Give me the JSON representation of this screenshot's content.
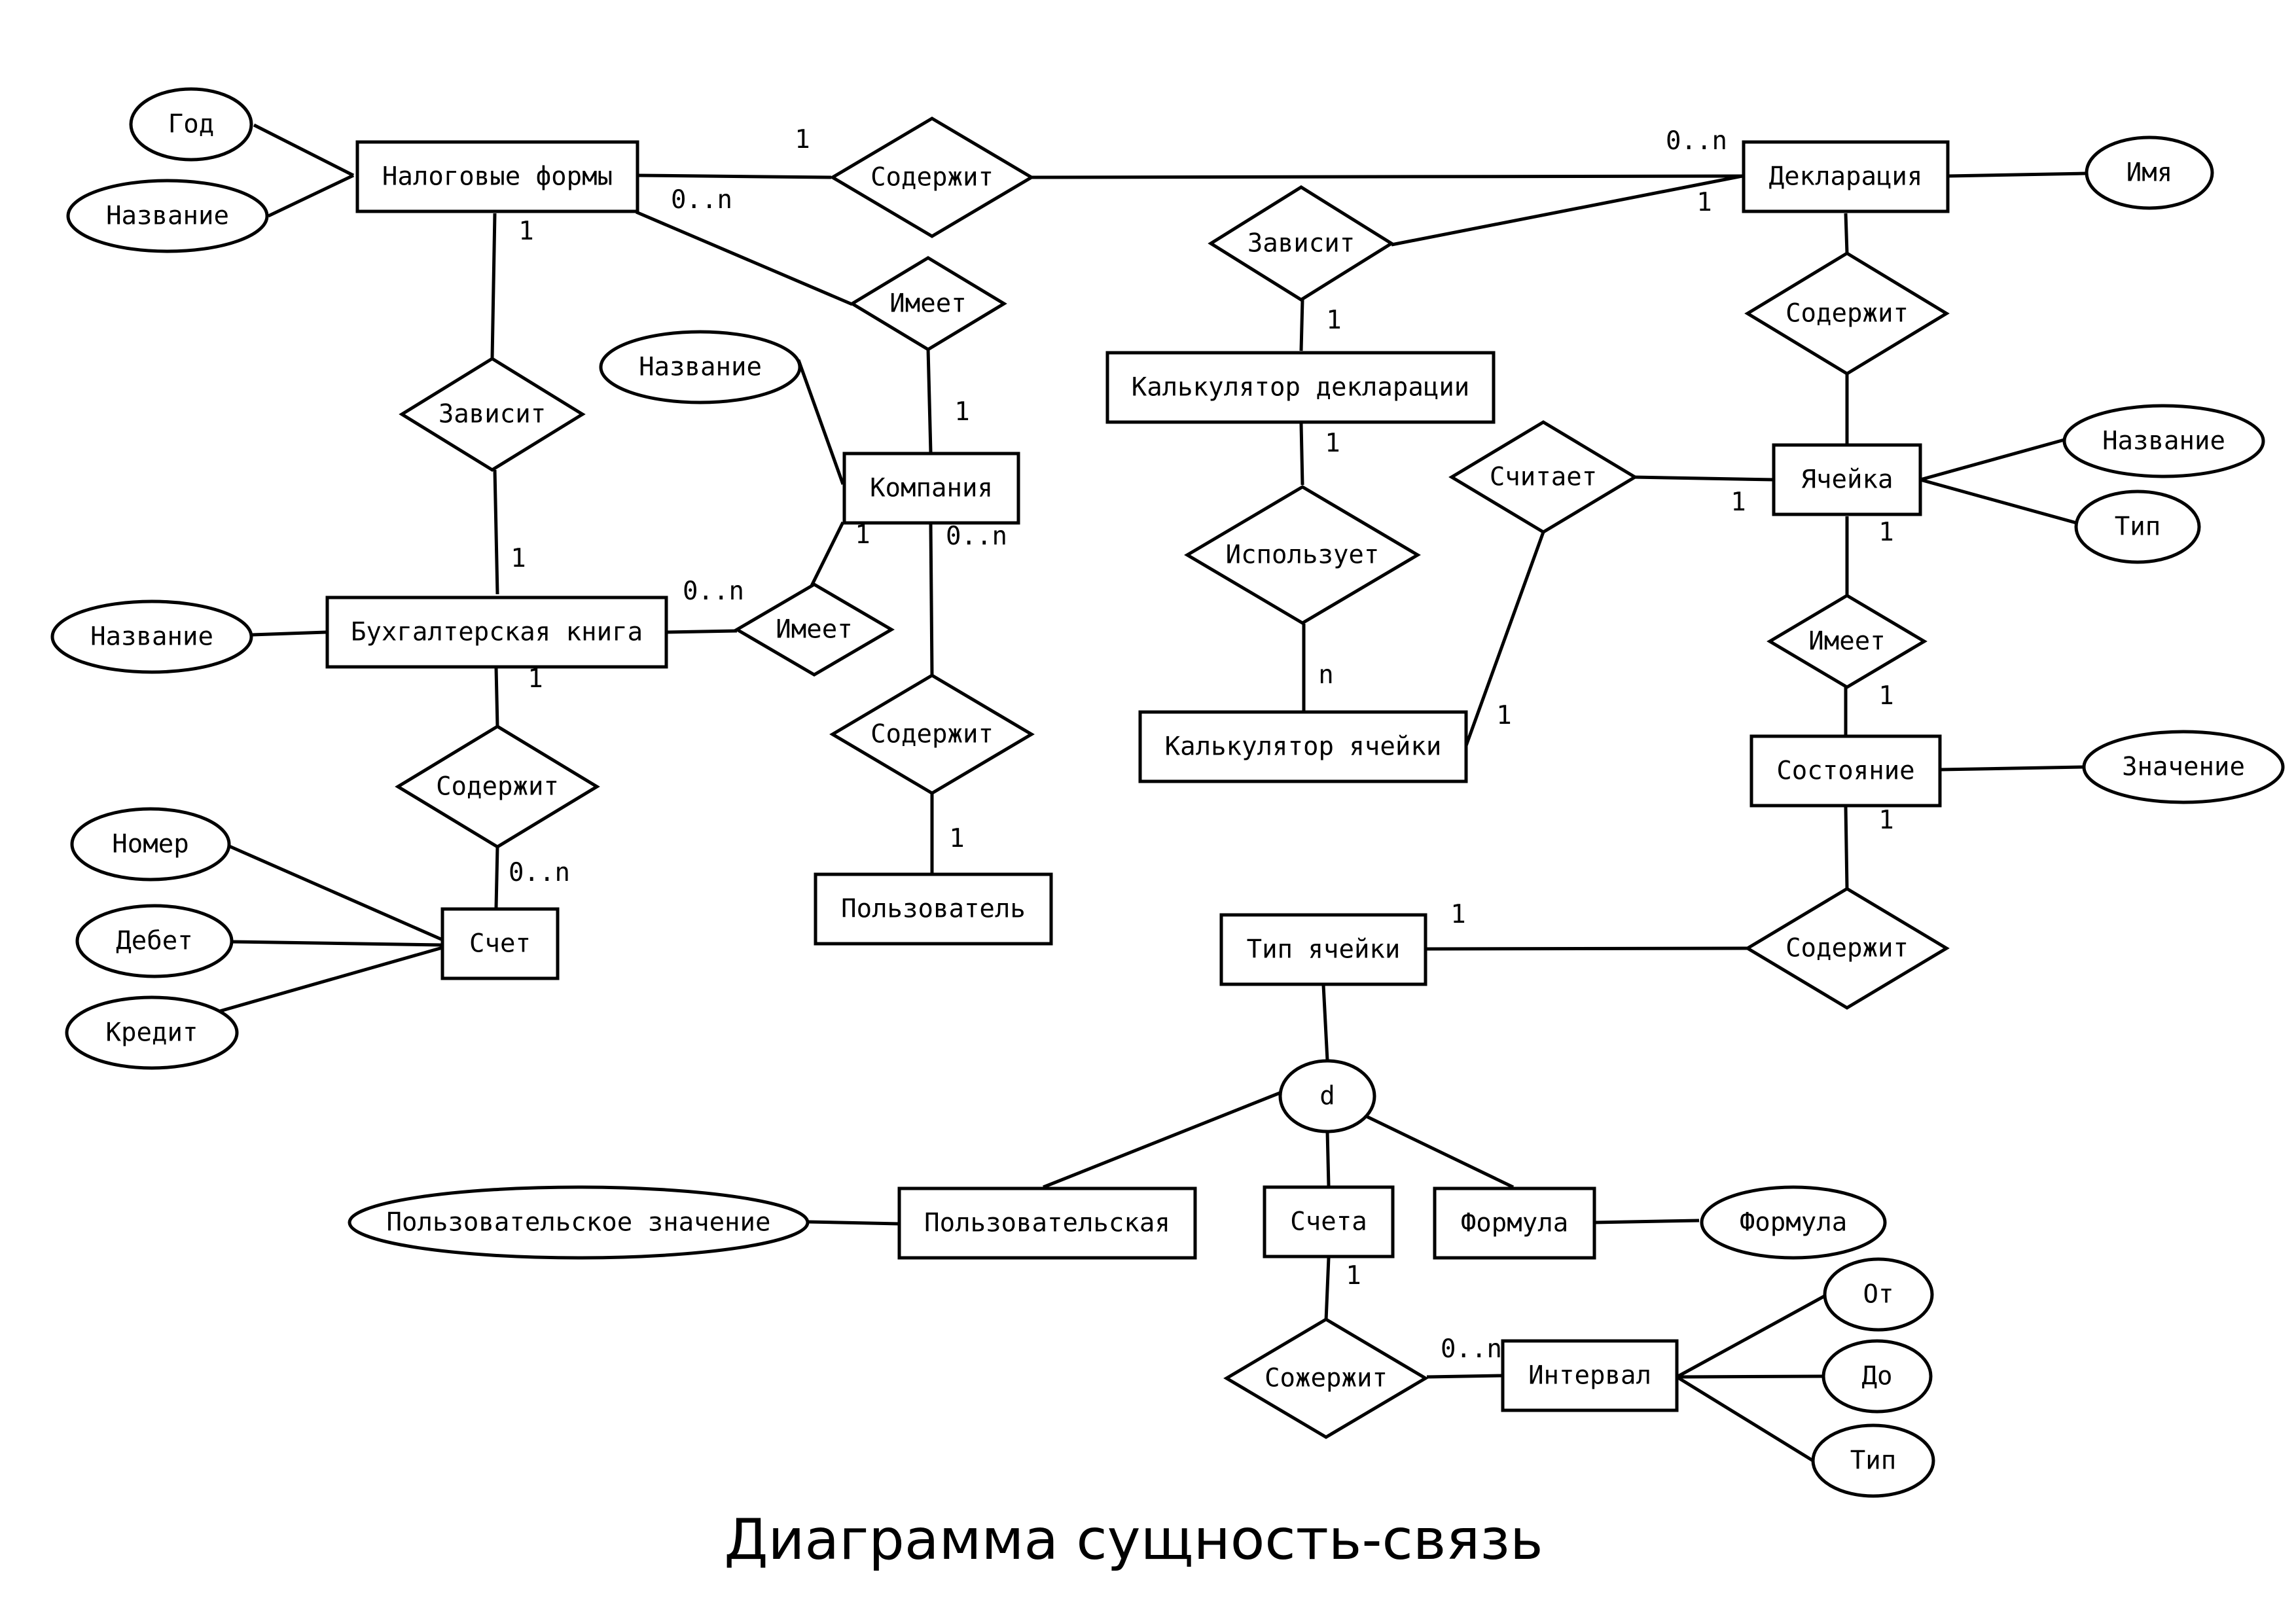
{
  "title": "Диаграмма сущность-связь",
  "entities": {
    "tax_forms": "Налоговые формы",
    "declaration": "Декларация",
    "company": "Компания",
    "ledger": "Бухгалтерская книга",
    "account": "Счет",
    "user": "Пользователь",
    "declaration_calculator": "Калькулятор декларации",
    "cell_calculator": "Калькулятор ячейки",
    "cell": "Ячейка",
    "state": "Состояние",
    "cell_type": "Тип ячейки",
    "custom": "Пользовательская",
    "accounts": "Счета",
    "formula": "Формула",
    "interval": "Интервал"
  },
  "relationships": {
    "forms_contain_declaration": "Содержит",
    "declaration_contains_cell": "Содержит",
    "declaration_depends": "Зависит",
    "forms_has_company": "Имеет",
    "ledger_depends_forms": "Зависит",
    "company_has_ledger": "Имеет",
    "company_contains_user": "Содержит",
    "ledger_contains_account": "Содержит",
    "calculator_uses": "Использует",
    "calculates": "Считает",
    "cell_has_state": "Имеет",
    "state_contains_type": "Содержит",
    "accounts_contain_interval": "Сожержит"
  },
  "attributes": {
    "forms_year": "Год",
    "forms_name": "Название",
    "declaration_name": "Имя",
    "company_name": "Название",
    "ledger_name": "Название",
    "account_number": "Номер",
    "account_debit": "Дебет",
    "account_credit": "Кредит",
    "cell_name": "Название",
    "cell_type": "Тип",
    "state_value": "Значение",
    "custom_value": "Пользовательское значение",
    "formula_attr": "Формула",
    "interval_from": "От",
    "interval_to": "До",
    "interval_type": "Тип"
  },
  "disjoint_marker": "d",
  "cardinalities": {
    "forms_contain_1": "1",
    "declaration_0n": "0..n",
    "forms_has_0n": "0..n",
    "forms_depends_1": "1",
    "declaration_depends_1": "1",
    "calc_decl_top_1": "1",
    "calc_decl_bottom_1": "1",
    "company_top_1": "1",
    "ledger_top_1": "1",
    "ledger_has_0n": "0..n",
    "company_has_1": "1",
    "company_contains_0n": "0..n",
    "ledger_bottom_1": "1",
    "account_0n": "0..n",
    "user_1": "1",
    "cell_calc_n": "n",
    "cell_calc_1": "1",
    "cell_calculates_1": "1",
    "cell_bottom_1": "1",
    "state_top_1": "1",
    "state_bottom_1": "1",
    "cell_type_1": "1",
    "accounts_1": "1",
    "interval_0n": "0..n"
  }
}
